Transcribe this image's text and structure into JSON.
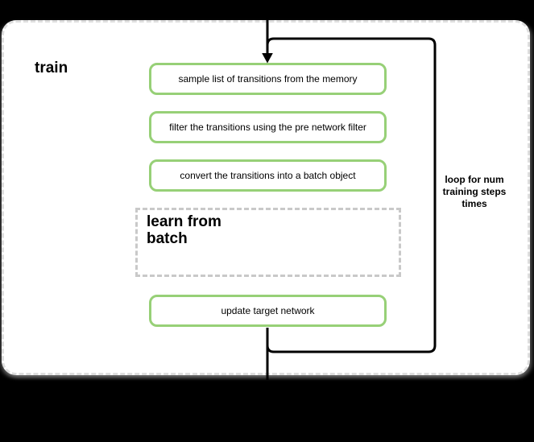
{
  "canvas": {
    "background": "#000000"
  },
  "container": {
    "label": "train",
    "border_color": "#dedede",
    "fill": "#ffffff"
  },
  "loop": {
    "label": "loop for num\ntraining steps\ntimes",
    "border_color": "#000000"
  },
  "steps": [
    {
      "label": "sample list of transitions from the memory"
    },
    {
      "label": "filter the transitions using the pre network filter"
    },
    {
      "label": "convert the transitions into a batch object"
    }
  ],
  "subprocess": {
    "label": "learn from\nbatch",
    "border_color": "#c9c9c9"
  },
  "final_step": {
    "label": "update target network"
  },
  "node_style": {
    "border_color": "#97d077",
    "fill": "#ffffff",
    "text_color": "#000000"
  }
}
